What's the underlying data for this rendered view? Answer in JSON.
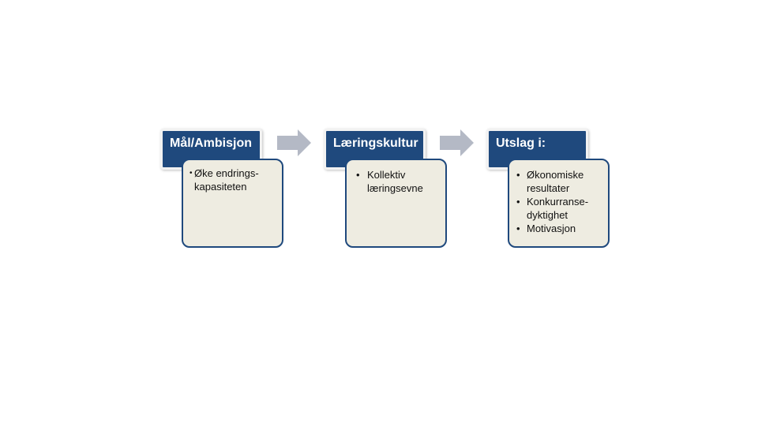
{
  "diagram": {
    "steps": [
      {
        "title": "Mål/Ambisjon",
        "items": [
          {
            "bullet": "•",
            "lines": [
              "Øke endrings-",
              "kapasiteten"
            ]
          }
        ]
      },
      {
        "title": "Læringskultur",
        "items": [
          {
            "bullet": "•",
            "lines": [
              "Kollektiv",
              "læringsevne"
            ]
          }
        ]
      },
      {
        "title": "Utslag i:",
        "items": [
          {
            "bullet": "•",
            "lines": [
              "Økonomiske",
              "resultater"
            ]
          },
          {
            "bullet": "•",
            "lines": [
              "Konkurranse-",
              "dyktighet"
            ]
          },
          {
            "bullet": "•",
            "lines": [
              "Motivasjon"
            ]
          }
        ]
      }
    ],
    "colors": {
      "header_fill": "#1f497d",
      "card_fill": "#eeece1",
      "card_border": "#1f497d",
      "arrow_fill": "#b4b9c5"
    }
  }
}
